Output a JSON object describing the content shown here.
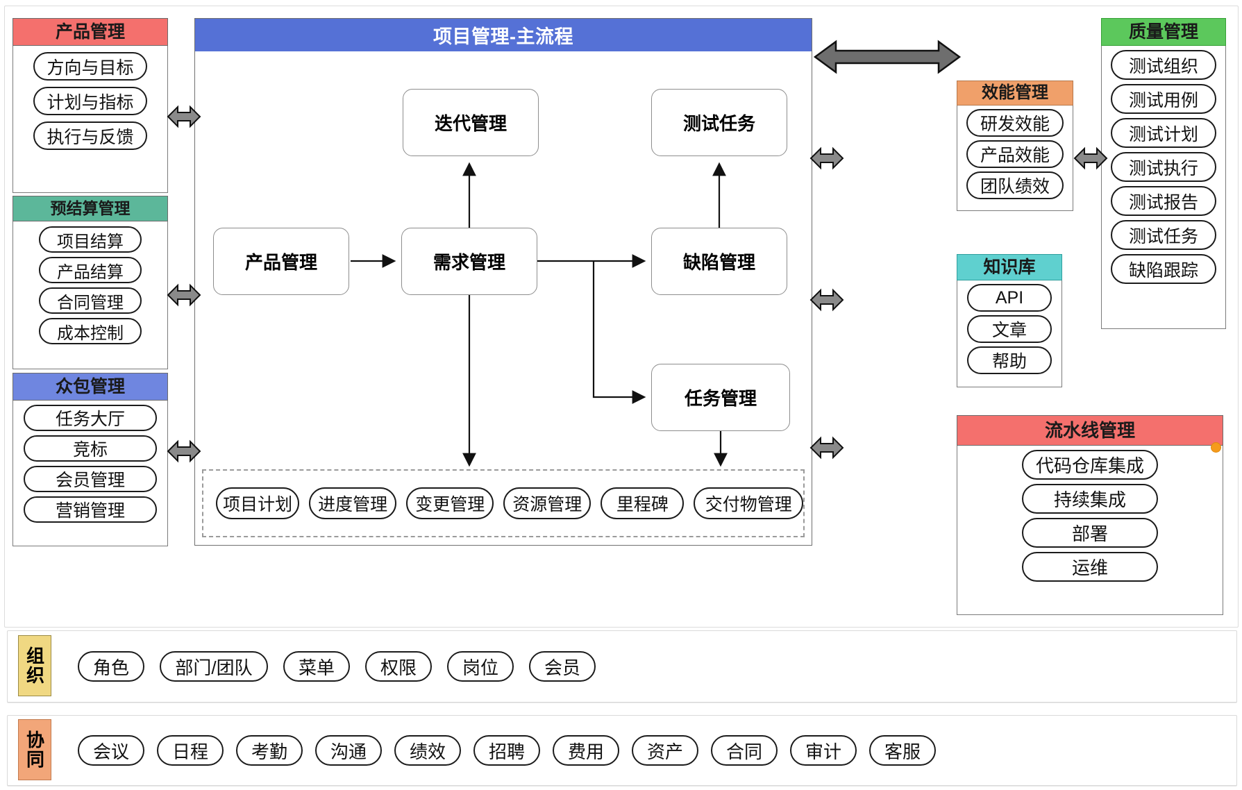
{
  "diagram": {
    "title": "项目管理-主流程",
    "colors": {
      "product": "#f4706d",
      "budget": "#5cb79a",
      "crowdsource": "#6f86e0",
      "main_header": "#5571d6",
      "quality": "#5cc85c",
      "efficiency": "#f0a06a",
      "knowledge": "#5fd0cf",
      "pipeline": "#f4706d",
      "org_tag": "#f0d882",
      "collab_tag": "#f2a679",
      "dot": "#f59b1c"
    }
  },
  "left_column": {
    "panels": [
      {
        "title": "产品管理",
        "header_color": "#f4706d",
        "items": [
          "方向与目标",
          "计划与指标",
          "执行与反馈"
        ]
      },
      {
        "title": "预结算管理",
        "header_color": "#5cb79a",
        "items": [
          "项目结算",
          "产品结算",
          "合同管理",
          "成本控制"
        ]
      },
      {
        "title": "众包管理",
        "header_color": "#6f86e0",
        "items": [
          "任务大厅",
          "竞标",
          "会员管理",
          "营销管理"
        ]
      }
    ]
  },
  "main_flow": {
    "header": "项目管理-主流程",
    "nodes": [
      {
        "id": "iteration",
        "label": "迭代管理"
      },
      {
        "id": "test-task",
        "label": "测试任务"
      },
      {
        "id": "product",
        "label": "产品管理"
      },
      {
        "id": "requirement",
        "label": "需求管理"
      },
      {
        "id": "defect",
        "label": "缺陷管理"
      },
      {
        "id": "task",
        "label": "任务管理"
      }
    ],
    "sub_items": [
      "项目计划",
      "进度管理",
      "变更管理",
      "资源管理",
      "里程碑",
      "交付物管理"
    ]
  },
  "right_column": {
    "panels": [
      {
        "title": "效能管理",
        "header_color": "#f0a06a",
        "items": [
          "研发效能",
          "产品效能",
          "团队绩效"
        ]
      },
      {
        "title": "知识库",
        "header_color": "#5fd0cf",
        "items": [
          "API",
          "文章",
          "帮助"
        ]
      },
      {
        "title": "流水线管理",
        "header_color": "#f4706d",
        "items": [
          "代码仓库集成",
          "持续集成",
          "部署",
          "运维"
        ]
      }
    ]
  },
  "far_right": {
    "panel": {
      "title": "质量管理",
      "header_color": "#5cc85c",
      "items": [
        "测试组织",
        "测试用例",
        "测试计划",
        "测试执行",
        "测试报告",
        "测试任务",
        "缺陷跟踪"
      ]
    }
  },
  "bottom_rows": [
    {
      "tag": "组织",
      "tag_color": "#f0d882",
      "items": [
        "角色",
        "部门/团队",
        "菜单",
        "权限",
        "岗位",
        "会员"
      ]
    },
    {
      "tag": "协同",
      "tag_color": "#f2a679",
      "items": [
        "会议",
        "日程",
        "考勤",
        "沟通",
        "绩效",
        "招聘",
        "费用",
        "资产",
        "合同",
        "审计",
        "客服"
      ]
    }
  ]
}
